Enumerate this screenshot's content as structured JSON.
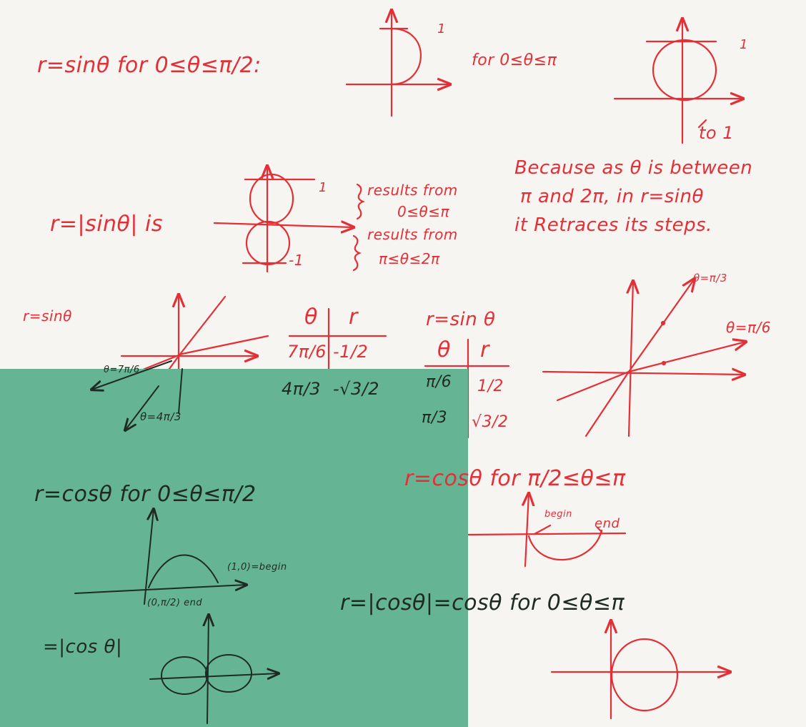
{
  "ink_colors": {
    "red_pen": "#e42f36",
    "pencil": "#1f2a24",
    "green_paper": "#65b594",
    "paper": "#f6f5f1"
  },
  "section1": {
    "heading": "r=sinθ for 0≤θ≤π/2:",
    "graph1_label": "1",
    "caption2": "for 0≤θ≤π",
    "graph2_label_1": "1",
    "graph2_label_2": "to 1"
  },
  "section2": {
    "heading": "r=|sinθ| is",
    "label_top": "1",
    "label_bottom": "-1",
    "brace_top_line1": "results from",
    "brace_top_line2": "0≤θ≤π",
    "brace_bottom_line1": "results from",
    "brace_bottom_line2": "π≤θ≤2π",
    "note_line1": "Because as θ is between",
    "note_line2": "π and 2π, in r=sinθ",
    "note_line3": "it Retraces its steps."
  },
  "section3": {
    "left_heading": "r=sinθ",
    "left_ray_label_1": "θ=7π/6",
    "left_ray_label_2": "θ=4π/3",
    "left_table": {
      "headers": [
        "θ",
        "r"
      ],
      "rows": [
        [
          "7π/6",
          "-1/2"
        ],
        [
          "4π/3",
          "-√3/2"
        ]
      ]
    },
    "right_heading": "r=sin θ",
    "right_table": {
      "headers": [
        "θ",
        "r"
      ],
      "rows": [
        [
          "π/6",
          "1/2"
        ],
        [
          "π/3",
          "√3/2"
        ]
      ]
    },
    "right_ray_label_1": "θ=π/3",
    "right_ray_label_2": "θ=π/6"
  },
  "section4": {
    "cos_heading": "r=cosθ for 0≤θ≤π/2",
    "point_begin": "(1,0)=begin",
    "point_end": "(0,π/2) end",
    "abs_cos_label": "=|cos θ|",
    "cos2_heading": "r=cosθ for π/2≤θ≤π",
    "begin_label": "begin",
    "end_label": "end",
    "abs_cos_heading": "r=|cosθ|=cosθ for 0≤θ≤π"
  }
}
